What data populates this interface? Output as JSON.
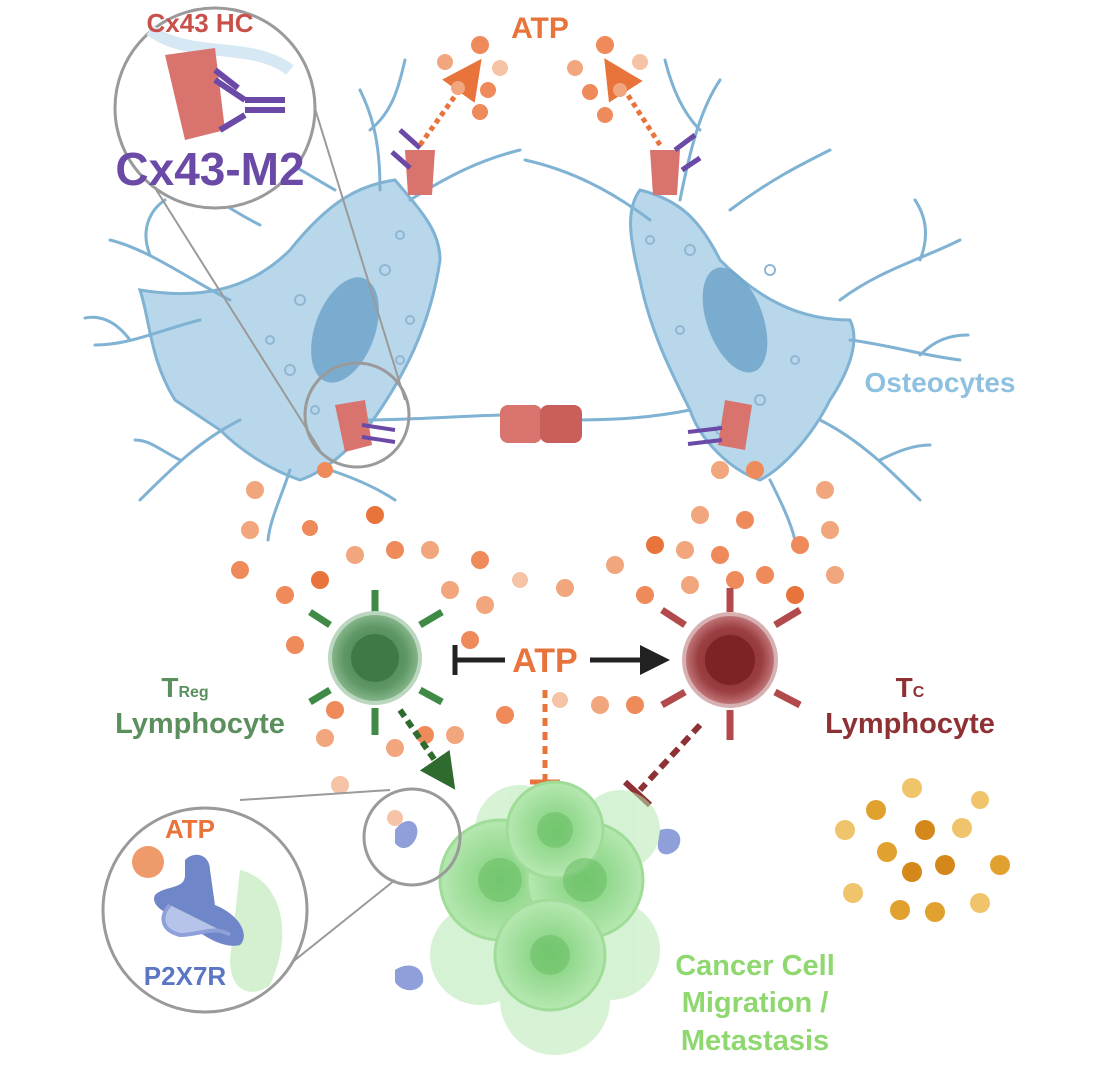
{
  "labels": {
    "cx43_hc": "Cx43 HC",
    "cx43_m2": "Cx43-M2",
    "atp_top": "ATP",
    "osteocytes": "Osteocytes",
    "atp_center": "ATP",
    "treg_t": "T",
    "treg_sub": "Reg",
    "treg_word": "Lymphocyte",
    "tc_t": "T",
    "tc_sub": "C",
    "tc_word": "Lymphocyte",
    "atp_inset": "ATP",
    "p2x7r": "P2X7R",
    "cancer_line1": "Cancer Cell",
    "cancer_line2": "Migration /",
    "cancer_line3": "Metastasis"
  },
  "colors": {
    "osteocyte_fill": "#b9d7ea",
    "osteocyte_stroke": "#7fb2d3",
    "nucleus": "#6fa5cb",
    "hemichannel": "#d9736d",
    "antibody": "#6a4aa6",
    "atp": "#ef8a5a",
    "treg": "#4e8a55",
    "tc": "#8e3134",
    "cancer": "#8fd68a",
    "p2x7r": "#6f87c9",
    "gold": "#e0a12f",
    "label_red": "#c9504a",
    "label_purple": "#6a4aa6",
    "label_orange": "#e8743c",
    "label_blue": "#8ec1e0",
    "label_green": "#5b8f5e",
    "label_brown": "#8e3134",
    "label_lime": "#8ed86f",
    "label_p2x7r": "#5b77c4"
  },
  "icons": [
    "osteocyte-cell",
    "connexin-hemichannel",
    "antibody-icon",
    "atp-molecule",
    "treg-cell",
    "tc-cell",
    "cancer-cell-cluster",
    "p2x7r-receptor",
    "inhibition-arrow",
    "activation-arrow"
  ]
}
